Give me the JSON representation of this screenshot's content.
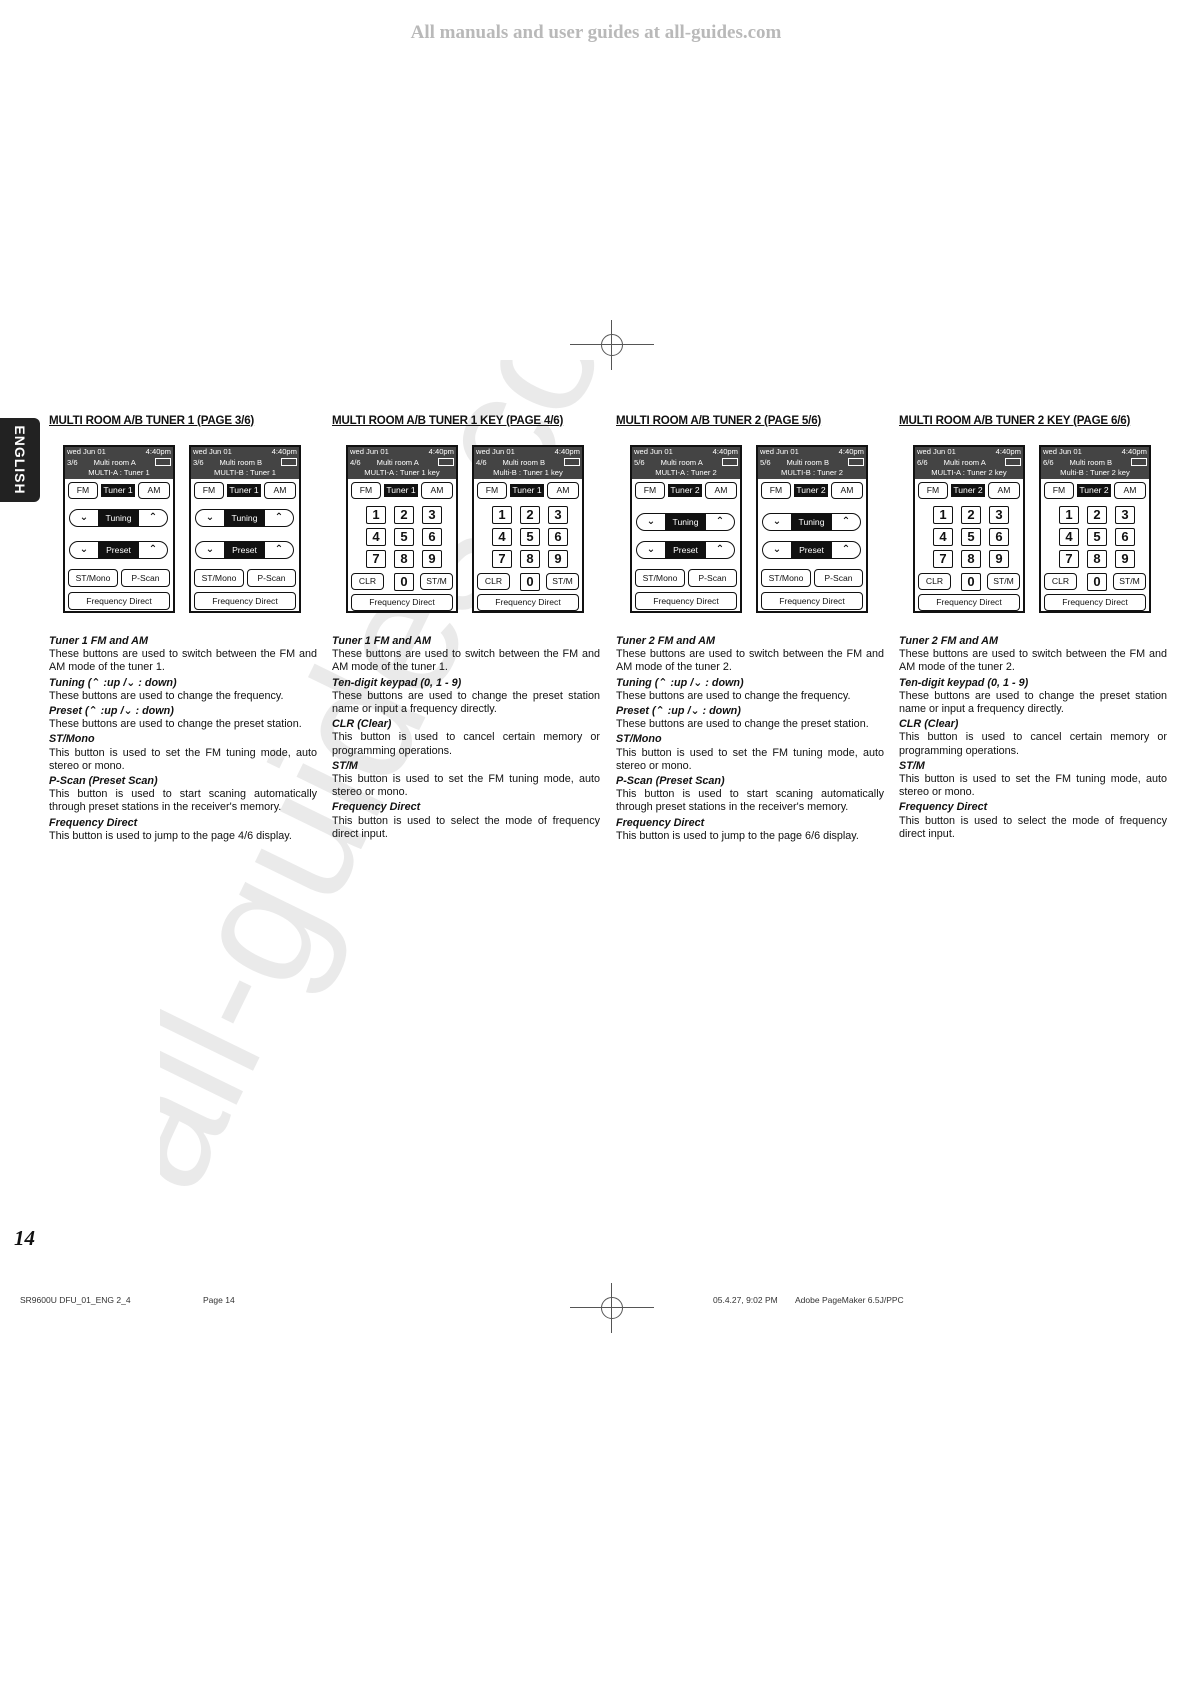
{
  "banner": "All manuals and user guides at all-guides.com",
  "watermark": "all-guides.com",
  "side_tab": "ENGLISH",
  "page_number": "14",
  "footer": {
    "file": "SR9600U DFU_01_ENG 2_4",
    "page": "Page 14",
    "date": "05.4.27, 9:02 PM",
    "app": "Adobe PageMaker 6.5J/PPC"
  },
  "common": {
    "date": "wed Jun 01",
    "time": "4:40pm",
    "fm": "FM",
    "am": "AM",
    "tuning": "Tuning",
    "preset": "Preset",
    "st_mono": "ST/Mono",
    "p_scan": "P-Scan",
    "freq_direct": "Frequency Direct",
    "clr": "CLR",
    "st_m": "ST/M",
    "up_arrow": "⌃",
    "down_arrow": "⌄"
  },
  "columns": [
    {
      "heading": "MULTI ROOM A/B TUNER 1 (PAGE 3/6)",
      "screens": [
        {
          "page": "3/6",
          "room": "Multi room A",
          "subtitle": "MULTI-A : Tuner 1",
          "tuner": "Tuner 1"
        },
        {
          "page": "3/6",
          "room": "Multi room B",
          "subtitle": "MULTI-B : Tuner 1",
          "tuner": "Tuner 1"
        }
      ],
      "items": [
        {
          "title": "Tuner 1  FM and AM",
          "desc": "These buttons are used to switch between the FM and  AM mode of the tuner 1."
        },
        {
          "title": "Tuning (⌃ :up /⌄ : down)",
          "desc": "These buttons are used to change the frequency."
        },
        {
          "title": "Preset (⌃ :up /⌄ : down)",
          "desc": "These buttons are used to change the preset station."
        },
        {
          "title": "ST/Mono",
          "desc": "This button is used to set the FM tuning mode, auto stereo or mono."
        },
        {
          "title": "P-Scan (Preset Scan)",
          "desc": "This button is used to start scaning automatically through preset stations in the receiver's memory."
        },
        {
          "title": "Frequency Direct",
          "desc": "This button is used to jump to the page 4/6 display."
        }
      ]
    },
    {
      "heading": "MULTI ROOM A/B TUNER 1 KEY (PAGE 4/6)",
      "screens": [
        {
          "page": "4/6",
          "room": "Multi room A",
          "subtitle": "MULTI-A : Tuner 1  key",
          "tuner": "Tuner 1"
        },
        {
          "page": "4/6",
          "room": "Multi room B",
          "subtitle": "Multi-B : Tuner 1 key",
          "tuner": "Tuner 1"
        }
      ],
      "items": [
        {
          "title": "Tuner 1  FM and AM",
          "desc": "These buttons are used to switch between the FM and  AM mode of the tuner 1."
        },
        {
          "title": "Ten-digit keypad (0, 1 - 9)",
          "desc": "These buttons are used to change the preset station name or input a frequency directly."
        },
        {
          "title": "CLR (Clear)",
          "desc": "This button is used to cancel certain memory or programming operations."
        },
        {
          "title": "ST/M",
          "desc": "This button is used to set the FM tuning mode, auto stereo or mono."
        },
        {
          "title": "Frequency Direct",
          "desc": "This button is used to select the mode of frequency direct input."
        }
      ]
    },
    {
      "heading": "MULTI ROOM A/B TUNER 2 (PAGE 5/6)",
      "screens": [
        {
          "page": "5/6",
          "room": "Multi room A",
          "subtitle": "MULTI-A : Tuner 2",
          "tuner": "Tuner 2"
        },
        {
          "page": "5/6",
          "room": "Multi room B",
          "subtitle": "MULTI-B : Tuner 2",
          "tuner": "Tuner 2"
        }
      ],
      "items": [
        {
          "title": "Tuner 2  FM and AM",
          "desc": "These buttons are used to switch between the FM and  AM mode of the tuner 2."
        },
        {
          "title": "Tuning (⌃ :up /⌄ : down)",
          "desc": "These buttons are used to change the frequency."
        },
        {
          "title": "Preset (⌃ :up /⌄ : down)",
          "desc": "These buttons are used to change the preset station."
        },
        {
          "title": "ST/Mono",
          "desc": "This button is used to set the FM tuning mode, auto stereo or mono."
        },
        {
          "title": "P-Scan (Preset Scan)",
          "desc": "This button is used to start scaning automatically through preset stations in the receiver's memory."
        },
        {
          "title": "Frequency Direct",
          "desc": "This button is used to jump to the page 6/6 display."
        }
      ]
    },
    {
      "heading": "MULTI ROOM A/B TUNER 2 KEY (PAGE 6/6)",
      "screens": [
        {
          "page": "6/6",
          "room": "Multi room A",
          "subtitle": "MULTI-A : Tuner 2 key",
          "tuner": "Tuner 2"
        },
        {
          "page": "6/6",
          "room": "Multi room B",
          "subtitle": "Multi-B : Tuner 2 key",
          "tuner": "Tuner 2"
        }
      ],
      "items": [
        {
          "title": "Tuner 2  FM and AM",
          "desc": "These buttons are used to switch between the FM and  AM mode of the tuner 2."
        },
        {
          "title": "Ten-digit keypad (0, 1 - 9)",
          "desc": "These buttons are used to change the preset station name or input a frequency directly."
        },
        {
          "title": "CLR (Clear)",
          "desc": "This button is used to cancel certain memory or programming operations."
        },
        {
          "title": "ST/M",
          "desc": "This button is used to set the FM tuning mode, auto stereo or mono."
        },
        {
          "title": "Frequency Direct",
          "desc": "This button is used to select the mode of frequency direct input."
        }
      ]
    }
  ]
}
